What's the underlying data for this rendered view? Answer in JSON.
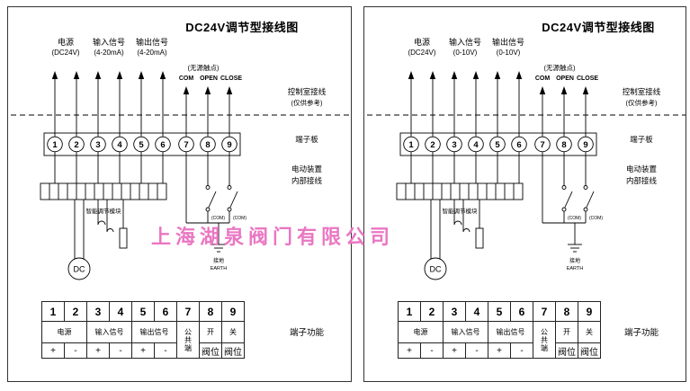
{
  "watermark": "上海湖泉阀门有限公司",
  "colors": {
    "watermark": "#ea77c2"
  },
  "panels": [
    {
      "title": "DC24V调节型接线图",
      "wire_groups": [
        {
          "name": "电源",
          "range": "(DC24V)"
        },
        {
          "name": "输入信号",
          "range": "(4-20mA)"
        },
        {
          "name": "输出信号",
          "range": "(4-20mA)"
        }
      ],
      "passive_contact": "(无源触点)",
      "contacts": [
        "COM",
        "OPEN",
        "CLOSE"
      ],
      "side": {
        "control_room_line1": "控制室接线",
        "control_room_line2": "(仅供参考)",
        "terminal_board": "端子板",
        "device_line1": "电动装置",
        "device_line2": "内部接线",
        "terminal_function": "端子功能"
      },
      "terminals": [
        "1",
        "2",
        "3",
        "4",
        "5",
        "6",
        "7",
        "8",
        "9"
      ],
      "module_label": "智能调节模块",
      "switch_labels": [
        "(COM)",
        "(COM)"
      ],
      "dc_label": "DC",
      "earth": {
        "cn": "接地",
        "en": "EARTH"
      },
      "table": {
        "numbers": [
          "1",
          "2",
          "3",
          "4",
          "5",
          "6",
          "7",
          "8",
          "9"
        ],
        "group_labels": [
          "电源",
          "输入信号",
          "输出信号"
        ],
        "common": "公共端",
        "open_label": "开",
        "close_label": "关",
        "open_sub": "阀位",
        "close_sub": "阀位",
        "signs": [
          "+",
          "-",
          "+",
          "-",
          "+",
          "-"
        ]
      }
    },
    {
      "title": "DC24V调节型接线图",
      "wire_groups": [
        {
          "name": "电源",
          "range": "(DC24V)"
        },
        {
          "name": "输入信号",
          "range": "(0-10V)"
        },
        {
          "name": "输出信号",
          "range": "(0-10V)"
        }
      ],
      "passive_contact": "(无源触点)",
      "contacts": [
        "COM",
        "OPEN",
        "CLOSE"
      ],
      "side": {
        "control_room_line1": "控制室接线",
        "control_room_line2": "(仅供参考)",
        "terminal_board": "端子板",
        "device_line1": "电动装置",
        "device_line2": "内部接线",
        "terminal_function": "端子功能"
      },
      "terminals": [
        "1",
        "2",
        "3",
        "4",
        "5",
        "6",
        "7",
        "8",
        "9"
      ],
      "module_label": "智能调节模块",
      "switch_labels": [
        "(COM)",
        "(COM)"
      ],
      "dc_label": "DC",
      "earth": {
        "cn": "接地",
        "en": "EARTH"
      },
      "table": {
        "numbers": [
          "1",
          "2",
          "3",
          "4",
          "5",
          "6",
          "7",
          "8",
          "9"
        ],
        "group_labels": [
          "电源",
          "输入信号",
          "输出信号"
        ],
        "common": "公共端",
        "open_label": "开",
        "close_label": "关",
        "open_sub": "阀位",
        "close_sub": "阀位",
        "signs": [
          "+",
          "-",
          "+",
          "-",
          "+",
          "-"
        ]
      }
    }
  ]
}
